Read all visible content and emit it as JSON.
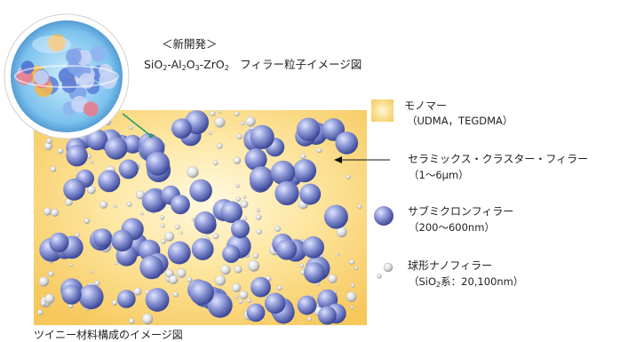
{
  "new_development": {
    "heading": "＜新開発＞",
    "caption_parts": [
      "SiO",
      "2",
      "-Al",
      "2",
      "O",
      "3",
      "-ZrO",
      "2",
      "　フィラー粒子イメージ図"
    ]
  },
  "legend": {
    "monomer": {
      "label": "モノマー",
      "detail": "（UDMA，TEGDMA）",
      "color": "#f5c85c"
    },
    "ceramic_cluster": {
      "label": "セラミックス・クラスター・フィラー",
      "detail": "（1～6μm）"
    },
    "submicron": {
      "label": "サブミクロンフィラー",
      "detail": "（200～600nm）",
      "color": "#6f7ec4"
    },
    "spherical_nano": {
      "label": "球形ナノフィラー",
      "detail_parts": [
        "（SiO",
        "2",
        "系：20,100nm）"
      ]
    }
  },
  "bottom_caption": "ツイニー材料構成のイメージ図",
  "colors": {
    "pointer_line": "#111111",
    "connector_line": "#2a9a6a",
    "sphere_glass": "#5fa7e0"
  }
}
